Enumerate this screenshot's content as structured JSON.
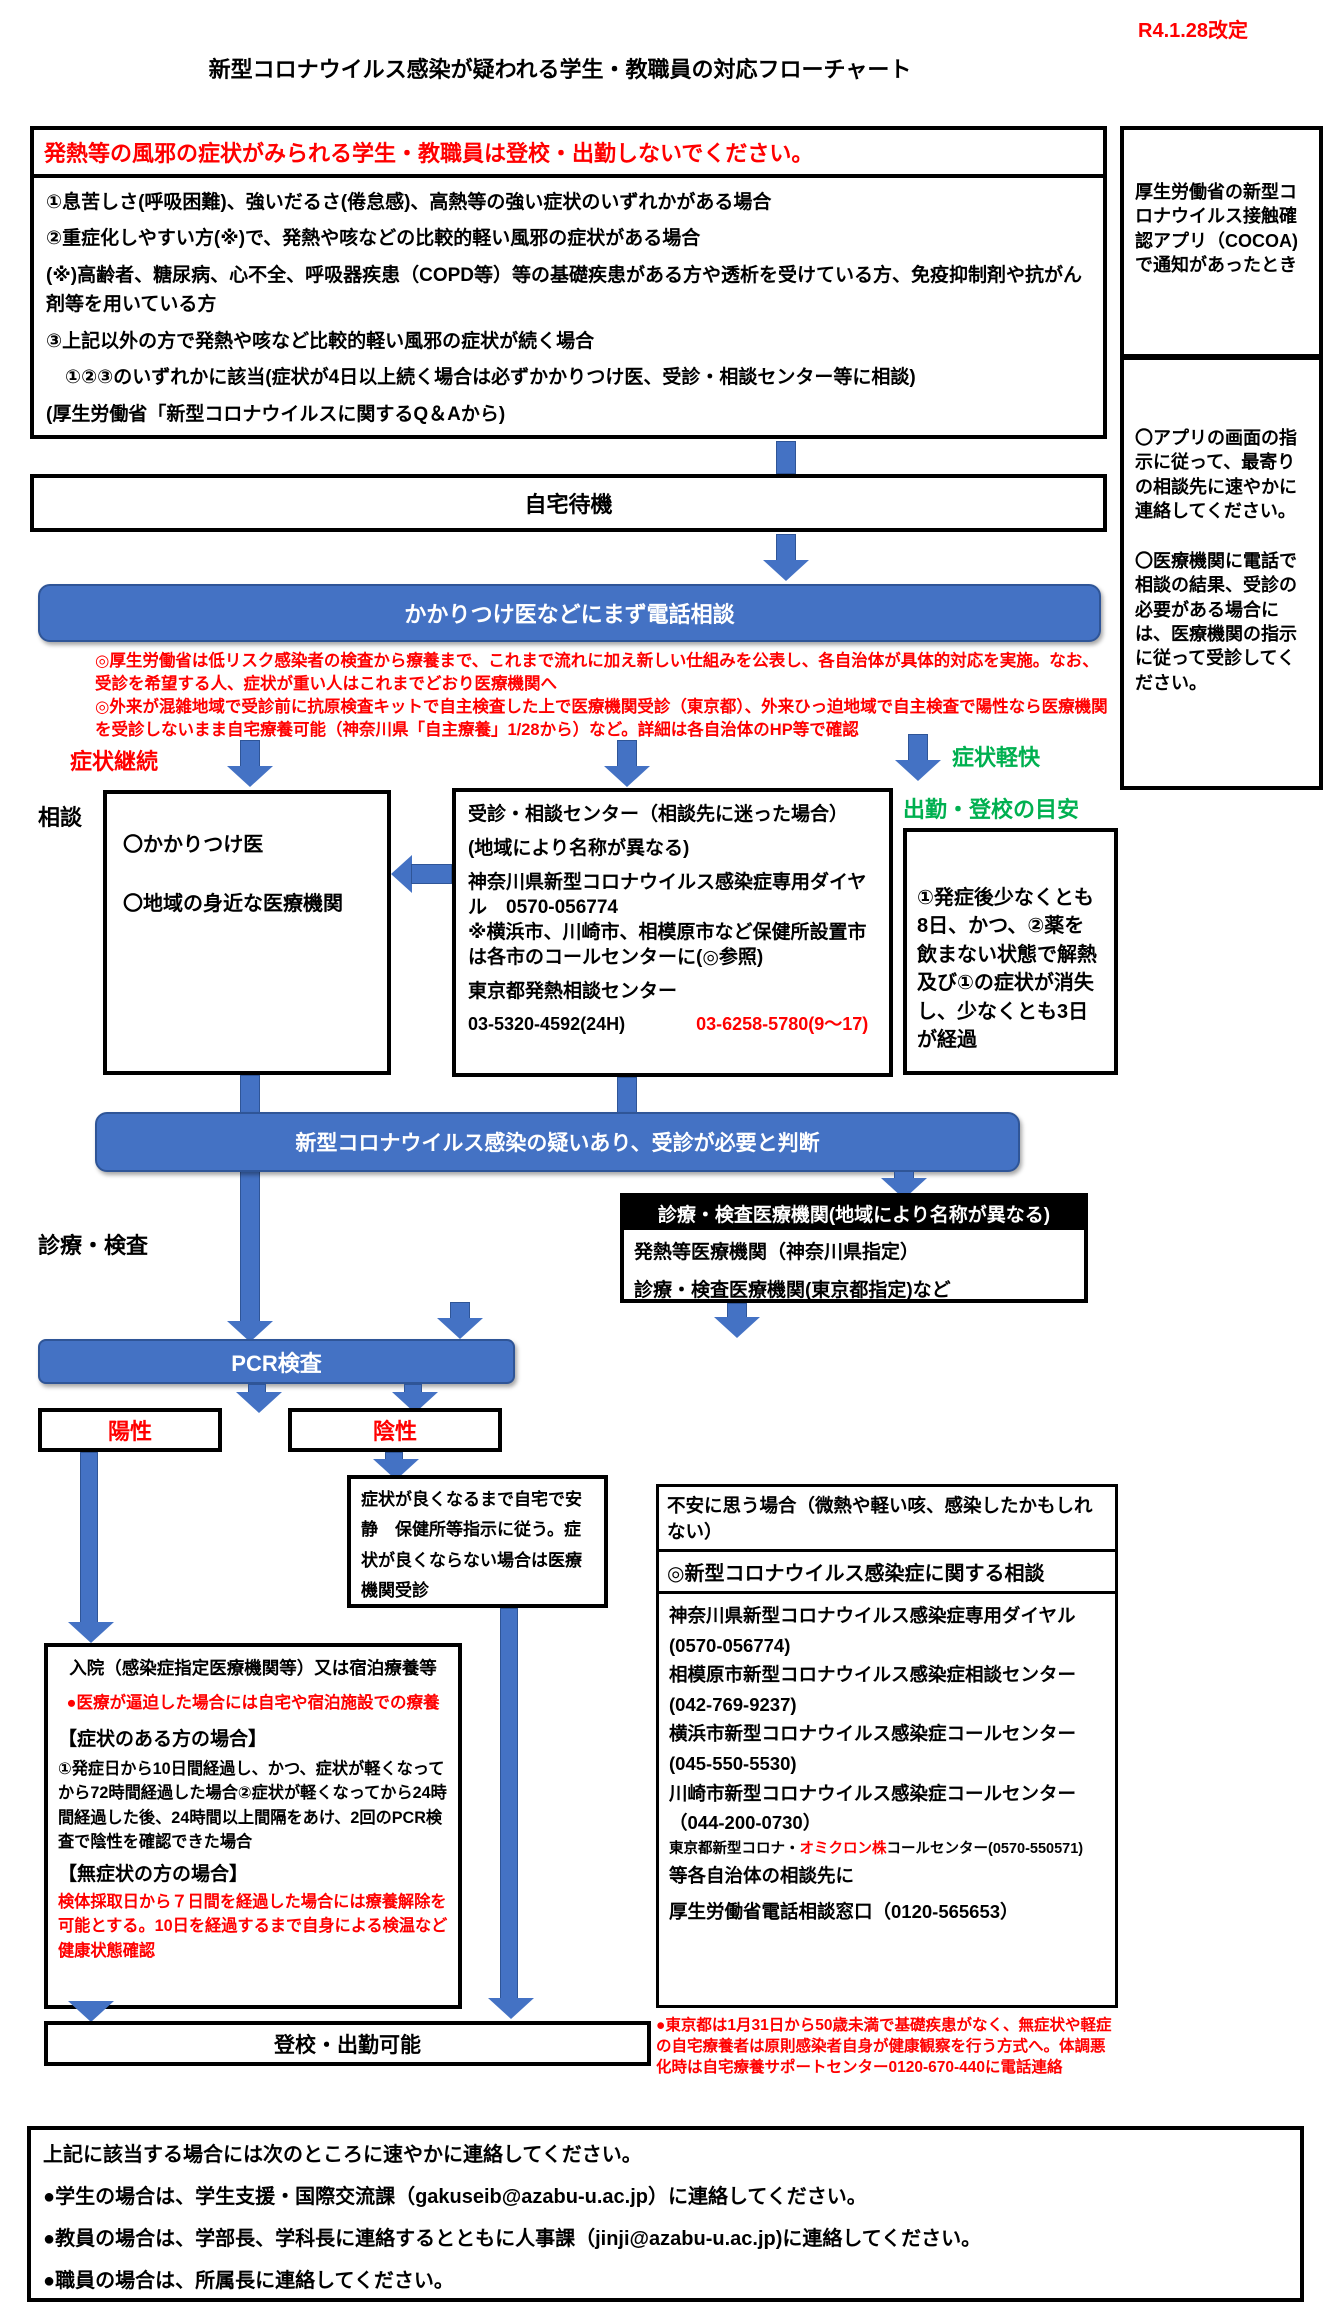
{
  "meta": {
    "revision": "R4.1.28改定",
    "title": "新型コロナウイルス感染が疑われる学生・教職員の対応フローチャート"
  },
  "top_box": {
    "header": "発熱等の風邪の症状がみられる学生・教職員は登校・出勤しないでください。",
    "lines": [
      "①息苦しさ(呼吸困難)、強いだるさ(倦怠感)、高熱等の強い症状のいずれかがある場合",
      "②重症化しやすい方(※)で、発熱や咳などの比較的軽い風邪の症状がある場合",
      "(※)高齢者、糖尿病、心不全、呼吸器疾患（COPD等）等の基礎疾患がある方や透析を受けている方、免疫抑制剤や抗がん剤等を用いている方",
      "③上記以外の方で発熱や咳など比較的軽い風邪の症状が続く場合",
      "　①②③のいずれかに該当(症状が4日以上続く場合は必ずかかりつけ医、受診・相談センター等に相談)",
      "(厚生労働省「新型コロナウイルスに関するQ＆Aから)"
    ]
  },
  "side": {
    "cocoa": "厚生労働省の新型コロナウイルス接触確認アプリ（COCOA)で通知があったとき",
    "p1": "〇アプリの画面の指示に従って、最寄りの相談先に速やかに連絡してください。",
    "p2": "〇医療機関に電話で相談の結果、受診の必要がある場合には、医療機関の指示に従って受診してください。"
  },
  "flow": {
    "home_standby": "自宅待機",
    "call_first": "かかりつけ医などにまず電話相談",
    "notice1": "◎厚生労働省は低リスク感染者の検査から療養まで、これまで流れに加え新しい仕組みを公表し、各自治体が具体的対応を実施。なお、受診を希望する人、症状が重い人はこれまでどおり医療機関へ",
    "notice2": "◎外来が混雑地域で受診前に抗原検査キットで自主検査した上で医療機関受診（東京都）、外来ひっ迫地域で自主検査で陽性なら医療機関を受診しないまま自宅療養可能（神奈川県「自主療養」1/28から）など。詳細は各自治体のHP等で確認",
    "symptom_continue": "症状継続",
    "consult_label": "相談",
    "symptom_improve": "症状軽快",
    "return_guide_label": "出勤・登校の目安",
    "judge_bar": "新型コロナウイルス感染の疑いあり、受診が必要と判断",
    "treatment_label": "診療・検査",
    "pcr": "PCR検査",
    "positive": "陽性",
    "negative": "陰性",
    "return_bar": "登校・出勤可能"
  },
  "consult_box": {
    "item1": "〇かかりつけ医",
    "item2": "〇地域の身近な医療機関"
  },
  "center_box": {
    "title": "受診・相談センター（相談先に迷った場合）",
    "subtitle": "(地域により名称が異なる)",
    "kanagawa": "神奈川県新型コロナウイルス感染症専用ダイヤル　0570-056774",
    "note": "※横浜市、川崎市、相模原市など保健所設置市は各市のコールセンターに(◎参照)",
    "tokyo": "東京都発熱相談センター",
    "tel_black": "03-5320-4592(24H)",
    "tel_red": "03-6258-5780(9～17)"
  },
  "guide_box": {
    "text": "①発症後少なくとも8日、かつ、②薬を飲まない状態で解熱及び①の症状が消失し、少なくとも3日が経過"
  },
  "clinic_box": {
    "header": "診療・検査医療機関(地域により名称が異なる)",
    "line1": "発熱等医療機関（神奈川県指定）",
    "line2": "診療・検査医療機関(東京都指定)など"
  },
  "negative_box": {
    "text": "症状が良くなるまで自宅で安静　保健所等指示に従う。症状が良くならない場合は医療機関受診"
  },
  "hospital_box": {
    "title": "入院（感染症指定医療機関等）又は宿泊療養等",
    "red1": "●医療が逼迫した場合には自宅や宿泊施設での療養",
    "h1": "【症状のある方の場合】",
    "p1": "①発症日から10日間経過し、かつ、症状が軽くなってから72時間経過した場合②症状が軽くなってから24時間経過した後、24時間以上間隔をあけ、2回のPCR検査で陰性を確認できた場合",
    "h2": "【無症状の方の場合】",
    "red2": "検体採取日から７日間を経過した場合には療養解除を可能とする。10日を経過するまで自身による検温など健康状態確認"
  },
  "anxiety_box": {
    "header1": "不安に思う場合（微熱や軽い咳、感染したかもしれない）",
    "header2": "◎新型コロナウイルス感染症に関する相談",
    "entries": [
      "神奈川県新型コロナウイルス感染症専用ダイヤル",
      "(0570-056774)",
      "相模原市新型コロナウイルス感染症相談センター",
      "(042-769-9237)",
      "横浜市新型コロナウイルス感染症コールセンター",
      "(045-550-5530)",
      "川崎市新型コロナウイルス感染症コールセンター",
      "（044-200-0730）"
    ],
    "tokyo_pre": "東京都新型コロナ・",
    "tokyo_red": "オミクロン株",
    "tokyo_post": "コールセンター(0570-550571)",
    "tokyo_cont": "等各自治体の相談先に",
    "mhlw": "厚生労働省電話相談窓口（0120-565653）"
  },
  "tokyo_note": "●東京都は1月31日から50歳未満で基礎疾患がなく、無症状や軽症の自宅療養者は原則感染者自身が健康観察を行う方式へ。体調悪化時は自宅療養サポートセンター0120-670-440に電話連絡",
  "bottom_box": {
    "intro": "上記に該当する場合には次のところに速やかに連絡してください。",
    "items": [
      "●学生の場合は、学生支援・国際交流課（gakuseib@azabu-u.ac.jp）に連絡してください。",
      "●教員の場合は、学部長、学科長に連絡するとともに人事課（jinji@azabu-u.ac.jp)に連絡してください。",
      "●職員の場合は、所属長に連絡してください。"
    ]
  },
  "colors": {
    "flow_blue": "#4472C4",
    "flow_blue_dark": "#2F5597",
    "alert_red": "#FF0000",
    "ok_green": "#00B050"
  }
}
